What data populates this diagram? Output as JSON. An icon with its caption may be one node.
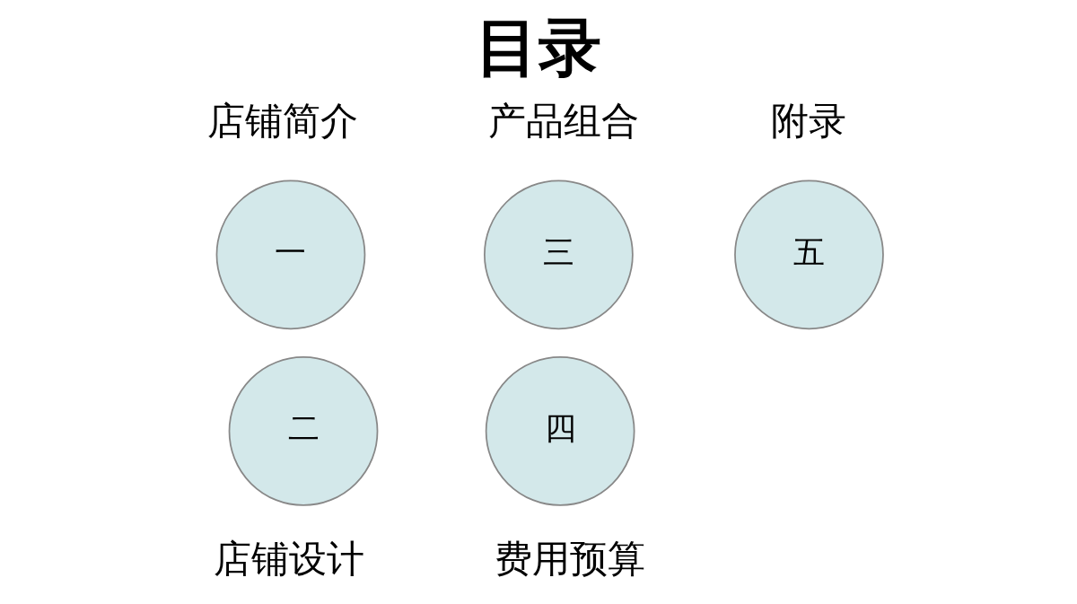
{
  "diagram": {
    "title": "目录",
    "nodes": [
      {
        "text": [
          "一"
        ],
        "beside": [
          "店铺简介"
        ]
      },
      {
        "text": [
          "二"
        ],
        "beside": [
          "店铺设计"
        ]
      },
      {
        "text": [
          "三"
        ],
        "beside": [
          "产品组合"
        ]
      },
      {
        "text": [
          "四"
        ],
        "beside": [
          "费用预算"
        ]
      },
      {
        "text": [
          "五"
        ],
        "beside": [
          "附录"
        ]
      }
    ],
    "edges": []
  }
}
